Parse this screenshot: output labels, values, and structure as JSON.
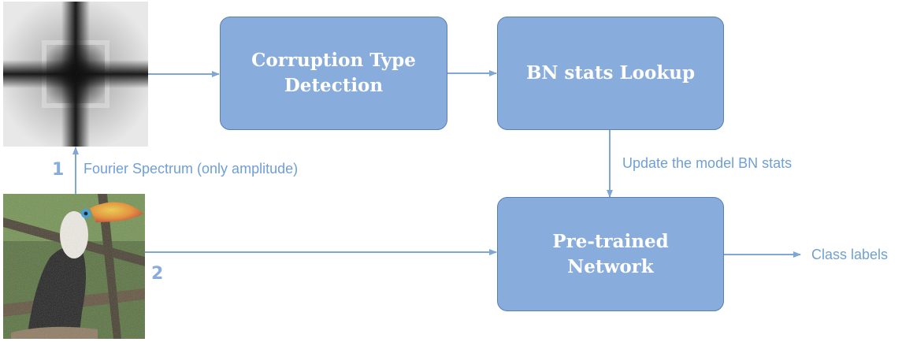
{
  "nodes": {
    "corruption": "Corruption Type\nDetection",
    "bn_lookup": "BN stats Lookup",
    "pretrained": "Pre-trained\nNetwork"
  },
  "labels": {
    "step1": "1",
    "step2": "2",
    "fourier": "Fourier Spectrum (only amplitude)",
    "update": "Update the model BN stats",
    "output": "Class labels"
  },
  "colors": {
    "box_fill": "#88acdb",
    "box_border": "#5a7fb1",
    "arrow": "#7ea7d8",
    "label": "#6f9fd6"
  },
  "images": {
    "spectrum": "fourier-spectrum-image",
    "input": "toucan-photo"
  }
}
